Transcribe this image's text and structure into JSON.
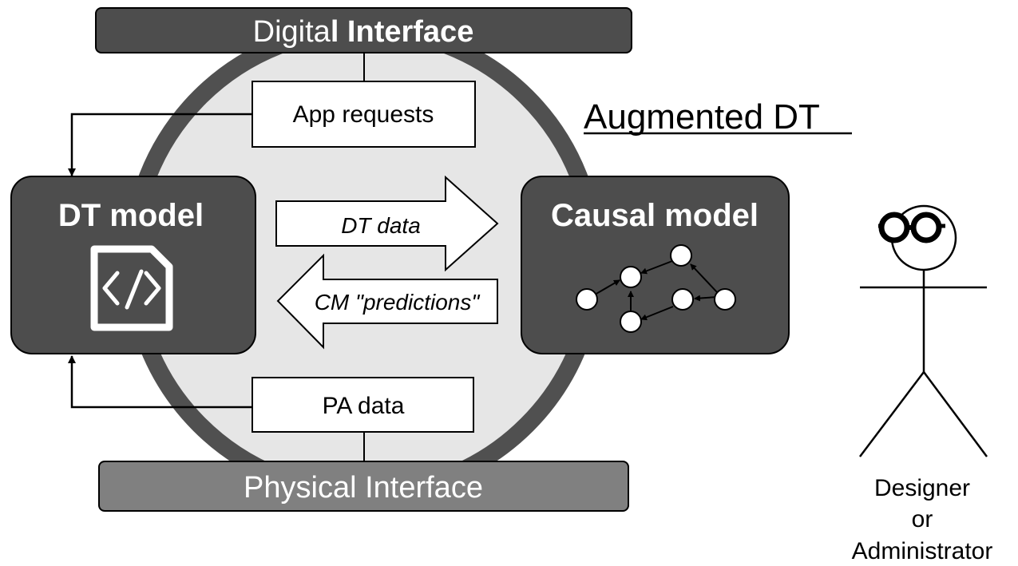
{
  "diagram": {
    "title": "Augmented DT",
    "digital_interface": {
      "label_regular": "Digita",
      "label_bold": "l Interface"
    },
    "physical_interface": {
      "label": "Physical Interface"
    },
    "app_requests": {
      "label": "App requests"
    },
    "pa_data": {
      "label": "PA data"
    },
    "dt_model": {
      "title": "DT model",
      "icon": "code-file-icon"
    },
    "causal_model": {
      "title": "Causal model",
      "icon": "causal-graph-icon"
    },
    "arrow_dt_data": {
      "label": "DT data"
    },
    "arrow_cm_predictions": {
      "label": "CM \"predictions\""
    },
    "actor": {
      "line1": "Designer",
      "line2": "or",
      "line3": "Administrator",
      "icon": "stick-figure-icon"
    },
    "colors": {
      "circle_fill": "#e6e6e6",
      "circle_stroke": "#505050",
      "dark_box": "#4d4d4d",
      "physical_box": "#808080",
      "white": "#ffffff",
      "black": "#000000"
    }
  }
}
